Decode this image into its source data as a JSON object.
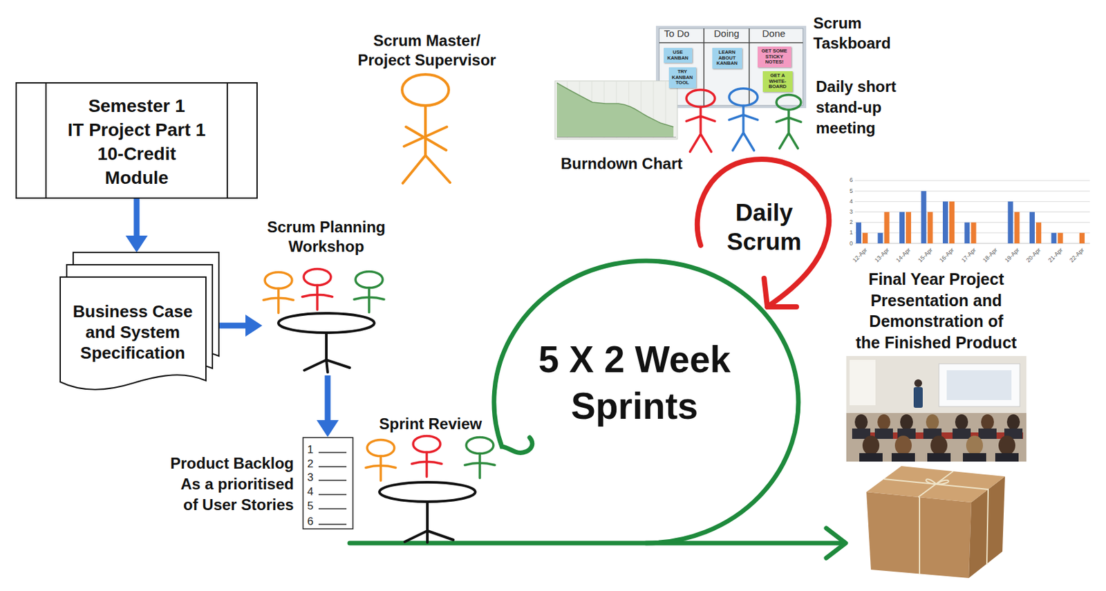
{
  "diagram": {
    "nodes": [
      {
        "text": [
          "Semester 1 IT Project Part 1 10-Credit Module"
        ]
      },
      {
        "text": [
          "Business Case and System Specification"
        ]
      },
      {
        "text": [
          "Scrum Planning Workshop"
        ]
      },
      {
        "text": [
          "Product Backlog As a prioritised of User Stories",
          "1",
          "2",
          "3",
          "4",
          "5",
          "6"
        ]
      },
      {
        "text": [
          "Sprint Review"
        ]
      },
      {
        "text": [
          "5 X 2 Week Sprints"
        ]
      },
      {
        "text": [
          "Daily Scrum"
        ]
      },
      {
        "text": [
          "Scrum Taskboard",
          "To Do",
          "Doing",
          "Done"
        ]
      },
      {
        "text": [
          "USE KANBAN"
        ],
        "in": 7
      },
      {
        "text": [
          "TRY KANBAN TOOL"
        ],
        "in": 7
      },
      {
        "text": [
          "LEARN ABOUT KANBAN"
        ],
        "in": 7
      },
      {
        "text": [
          "GET SOME STICKY NOTES!"
        ],
        "in": 7
      },
      {
        "text": [
          "GET A WHITE-BOARD"
        ],
        "in": 7
      },
      {
        "text": [
          "Final Year Project Presentation and Demonstration of the Finished Product"
        ]
      }
    ],
    "edges": [
      {
        "from": 0,
        "to": 1,
        "arrow": "to"
      },
      {
        "from": 1,
        "to": 2,
        "arrow": "to"
      },
      {
        "from": 2,
        "to": 3,
        "arrow": "to"
      }
    ],
    "labels": [
      "Scrum Master/ Project Supervisor",
      "Daily short stand-up meeting",
      "Burndown Chart",
      "0",
      "1",
      "2",
      "3",
      "4",
      "5",
      "6",
      "12-Apr",
      "13-Apr",
      "14-Apr",
      "15-Apr",
      "16-Apr",
      "17-Apr",
      "18-Apr",
      "19-Apr",
      "20-Apr",
      "21-Apr",
      "22-Apr"
    ]
  }
}
